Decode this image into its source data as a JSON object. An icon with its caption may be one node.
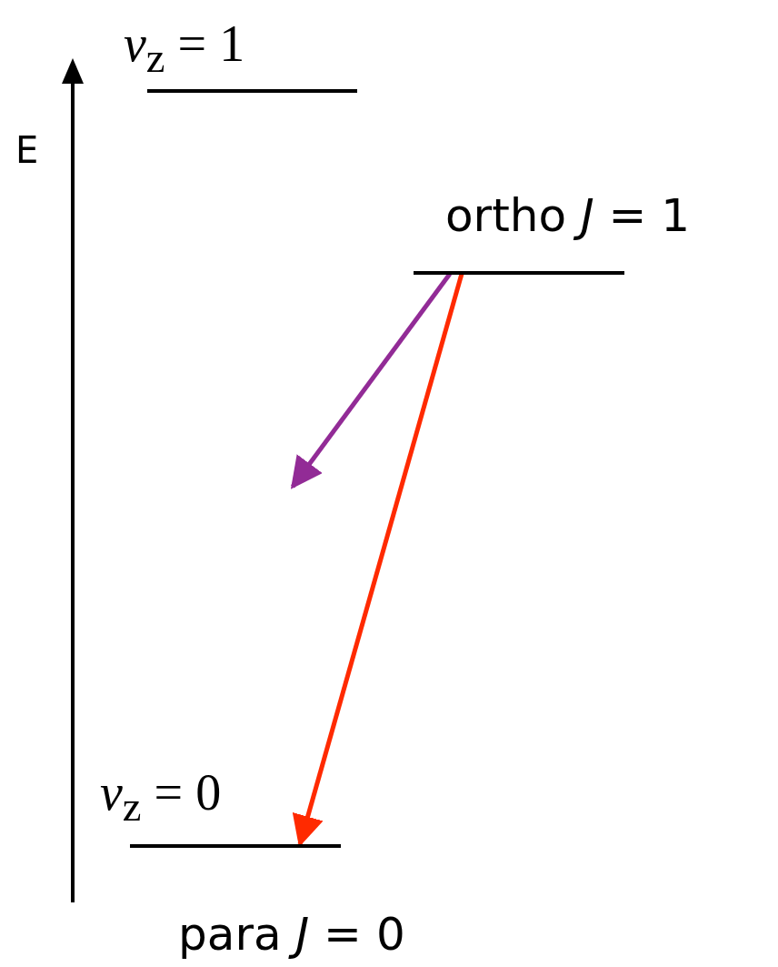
{
  "diagram": {
    "nodes": [
      {
        "text": [
          "*v*$_{z}$ = 1"
        ]
      },
      {
        "text": [
          "ortho  *J* = 1"
        ]
      },
      {
        "text": [
          "*v*$_{z}$ = 0",
          "para  *J* = 0"
        ]
      }
    ],
    "edges": [
      {
        "from": 1,
        "to": null,
        "arrow": "to",
        "color": "#922b96"
      },
      {
        "from": 1,
        "to": 2,
        "arrow": "to",
        "color": "#ff2a00"
      }
    ],
    "labels": [
      "E"
    ]
  }
}
